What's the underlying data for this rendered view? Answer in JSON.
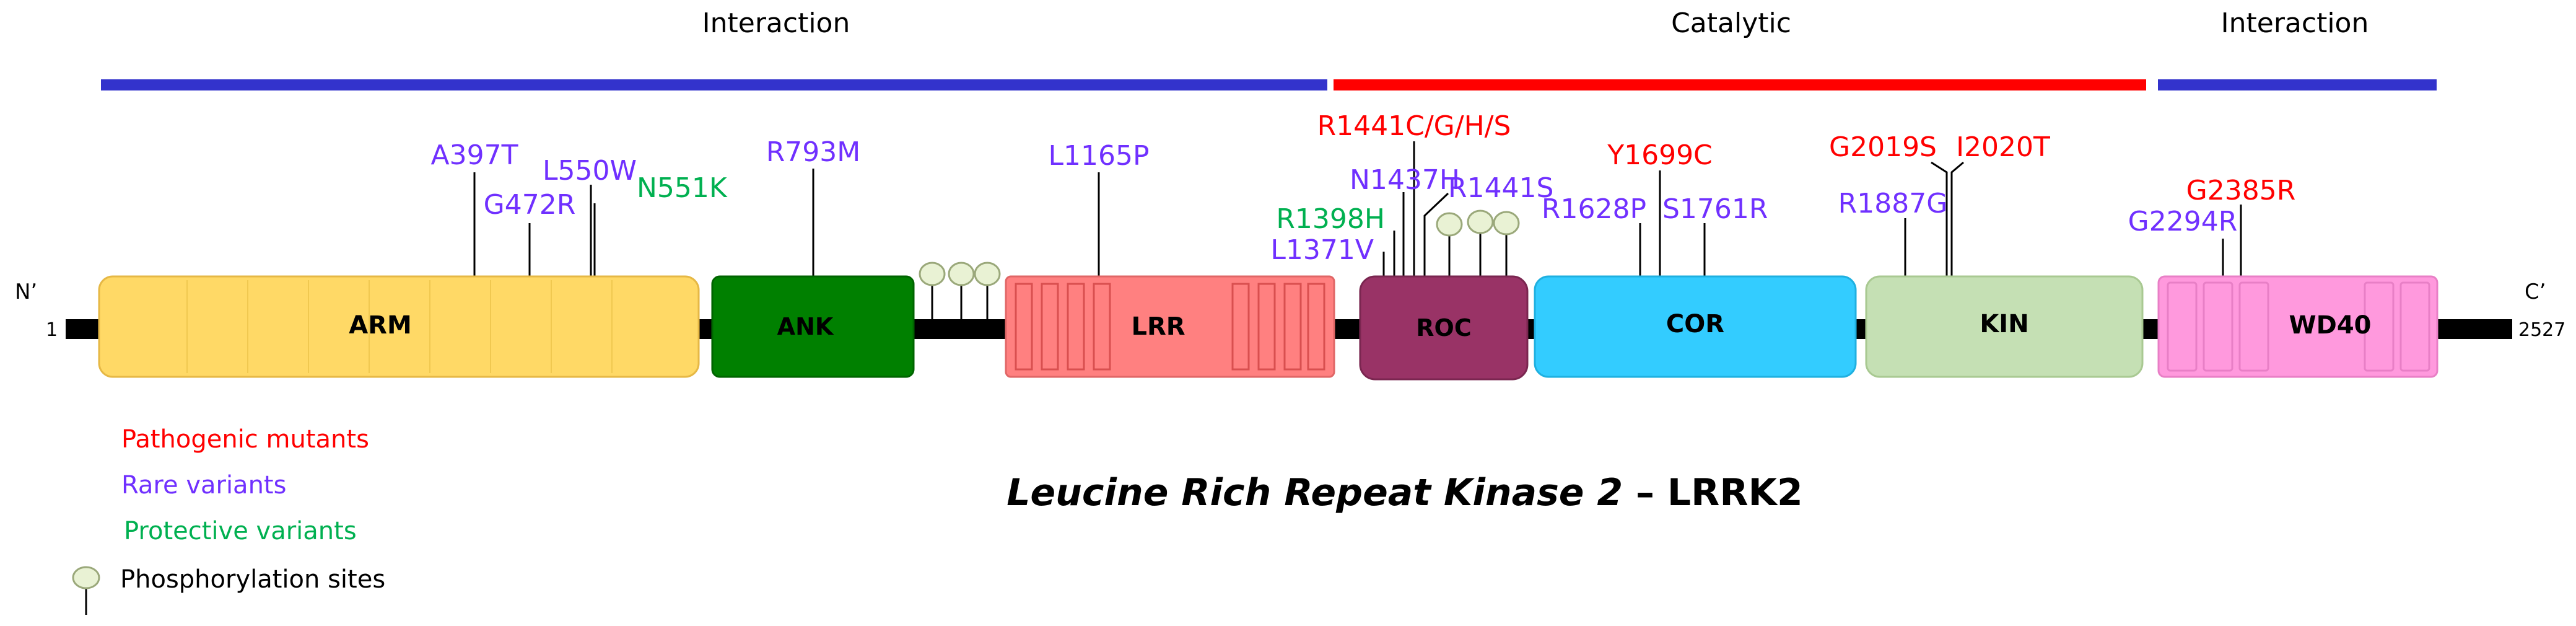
{
  "termini": {
    "n_label": "N’",
    "c_label": "C’",
    "start": "1",
    "end": "2527"
  },
  "regions": [
    {
      "label": "Interaction",
      "color": "#3333cc"
    },
    {
      "label": "Catalytic",
      "color": "#ff0000"
    },
    {
      "label": "Interaction",
      "color": "#3333cc"
    }
  ],
  "domains": [
    {
      "label": "ARM",
      "fill": "#ffd966",
      "stroke": "#e6b845"
    },
    {
      "label": "ANK",
      "fill": "#008000",
      "stroke": "#006400"
    },
    {
      "label": "LRR",
      "fill": "#ff8080",
      "stroke": "#e06666"
    },
    {
      "label": "ROC",
      "fill": "#993366",
      "stroke": "#7a2650"
    },
    {
      "label": "COR",
      "fill": "#33ccff",
      "stroke": "#1fb0e0"
    },
    {
      "label": "KIN",
      "fill": "#c5e0b4",
      "stroke": "#a9c992"
    },
    {
      "label": "WD40",
      "fill": "#ff99dd",
      "stroke": "#e87fc6"
    }
  ],
  "variant_colors": {
    "pathogenic": "#ff0000",
    "rare": "#7030ff",
    "protective": "#00b050"
  },
  "variants": [
    {
      "label": "A397T",
      "type": "rare"
    },
    {
      "label": "G472R",
      "type": "rare"
    },
    {
      "label": "L550W",
      "type": "rare"
    },
    {
      "label": "N551K",
      "type": "protective"
    },
    {
      "label": "R793M",
      "type": "rare"
    },
    {
      "label": "L1165P",
      "type": "rare"
    },
    {
      "label": "L1371V",
      "type": "rare"
    },
    {
      "label": "R1398H",
      "type": "protective"
    },
    {
      "label": "N1437H",
      "type": "rare"
    },
    {
      "label": "R1441C/G/H/S",
      "type": "pathogenic"
    },
    {
      "label": "R1441S",
      "type": "rare"
    },
    {
      "label": "R1628P",
      "type": "rare"
    },
    {
      "label": "Y1699C",
      "type": "pathogenic"
    },
    {
      "label": "S1761R",
      "type": "rare"
    },
    {
      "label": "R1887G",
      "type": "rare"
    },
    {
      "label": "G2019S",
      "type": "pathogenic"
    },
    {
      "label": "I2020T",
      "type": "pathogenic"
    },
    {
      "label": "G2294R",
      "type": "rare"
    },
    {
      "label": "G2385R",
      "type": "pathogenic"
    }
  ],
  "legend": {
    "pathogenic": "Pathogenic mutants",
    "rare": "Rare variants",
    "protective": "Protective variants",
    "phospho": "Phosphorylation sites"
  },
  "title": {
    "italic": "Leucine Rich Repeat Kinase 2",
    "rest": " – LRRK2"
  }
}
